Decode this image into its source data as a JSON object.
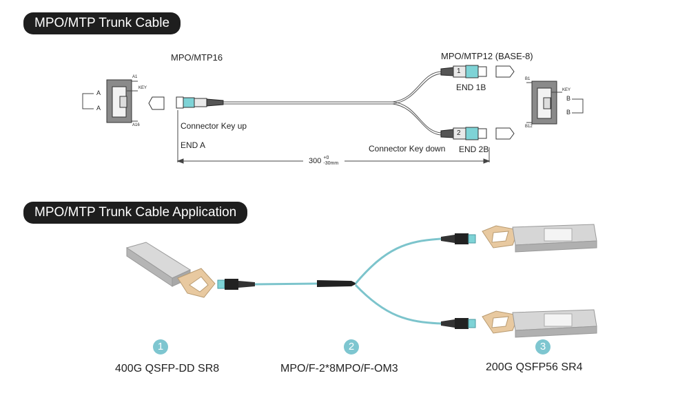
{
  "sections": {
    "trunk_title": "MPO/MTP Trunk Cable",
    "application_title": "MPO/MTP Trunk Cable Application"
  },
  "trunk": {
    "left_connector": "MPO/MTP16",
    "right_connector": "MPO/MTP12 (BASE-8)",
    "key_up": "Connector Key up",
    "key_down": "Connector Key down",
    "end_a": "END A",
    "end_1b": "END 1B",
    "end_2b": "END 2B",
    "length": "300",
    "tolerance_plus": "+0",
    "tolerance_minus": "-30mm",
    "pin_a1": "A1",
    "pin_a16": "A16",
    "pin_b1": "B1",
    "pin_b12": "B12",
    "key_left": "KEY",
    "key_right": "KEY",
    "a_upper": "A",
    "a_lower": "A",
    "b_upper": "B",
    "b_lower": "B",
    "plug_1": "1",
    "plug_2": "2"
  },
  "application": {
    "items": [
      {
        "number": "1",
        "label": "400G QSFP-DD SR8"
      },
      {
        "number": "2",
        "label": "MPO/F-2*8MPO/F-OM3"
      },
      {
        "number": "3",
        "label": "200G QSFP56 SR4"
      }
    ]
  },
  "colors": {
    "aqua_cable": "#7cc4cc",
    "aqua_connector": "#7ed3d6",
    "pill_bg": "#1e1e1e",
    "number_circle": "#7ec6d0",
    "pull_tab": "#e8c9a0"
  }
}
